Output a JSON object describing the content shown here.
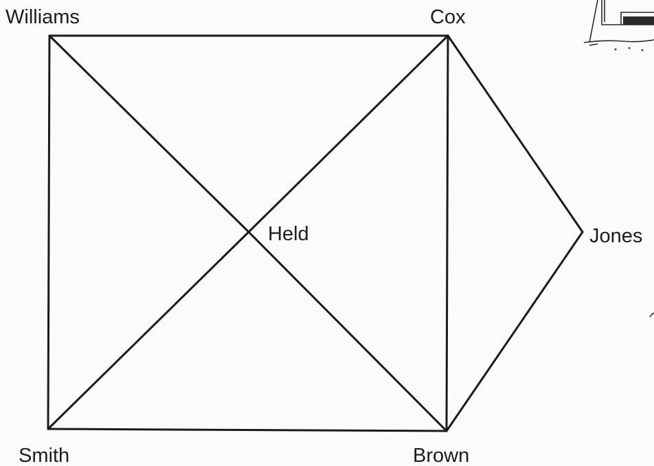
{
  "diagram": {
    "nodes": [
      {
        "id": "williams",
        "label": "Williams"
      },
      {
        "id": "cox",
        "label": "Cox"
      },
      {
        "id": "held",
        "label": "Held"
      },
      {
        "id": "jones",
        "label": "Jones"
      },
      {
        "id": "smith",
        "label": "Smith"
      },
      {
        "id": "brown",
        "label": "Brown"
      }
    ],
    "edges": [
      {
        "from": "williams",
        "to": "cox"
      },
      {
        "from": "williams",
        "to": "smith"
      },
      {
        "from": "smith",
        "to": "brown"
      },
      {
        "from": "cox",
        "to": "brown"
      },
      {
        "from": "williams",
        "to": "held"
      },
      {
        "from": "held",
        "to": "brown"
      },
      {
        "from": "smith",
        "to": "held"
      },
      {
        "from": "held",
        "to": "cox"
      },
      {
        "from": "cox",
        "to": "jones"
      },
      {
        "from": "jones",
        "to": "brown"
      }
    ]
  }
}
